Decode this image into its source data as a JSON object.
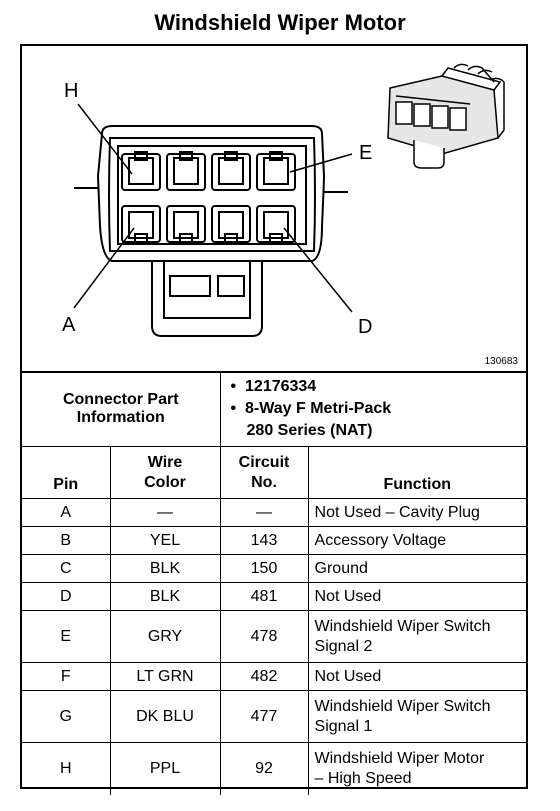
{
  "title": "Windshield Wiper Motor",
  "figure": {
    "pin_labels": {
      "H": "H",
      "E": "E",
      "A": "A",
      "D": "D"
    },
    "figure_number": "130683"
  },
  "info": {
    "label_line1": "Connector Part",
    "label_line2": "Information",
    "bullet": "•",
    "part_number": "12176334",
    "desc_line1": "8-Way F Metri-Pack",
    "desc_line2": "280 Series (NAT)"
  },
  "headers": {
    "pin": "Pin",
    "wire_line1": "Wire",
    "wire_line2": "Color",
    "circuit_line1": "Circuit",
    "circuit_line2": "No.",
    "function": "Function"
  },
  "rows": [
    {
      "pin": "A",
      "wire": "—",
      "circuit": "—",
      "function_line1": "Not Used – Cavity Plug",
      "function_line2": ""
    },
    {
      "pin": "B",
      "wire": "YEL",
      "circuit": "143",
      "function_line1": "Accessory Voltage",
      "function_line2": ""
    },
    {
      "pin": "C",
      "wire": "BLK",
      "circuit": "150",
      "function_line1": "Ground",
      "function_line2": ""
    },
    {
      "pin": "D",
      "wire": "BLK",
      "circuit": "481",
      "function_line1": "Not Used",
      "function_line2": ""
    },
    {
      "pin": "E",
      "wire": "GRY",
      "circuit": "478",
      "function_line1": "Windshield Wiper Switch",
      "function_line2": "Signal 2"
    },
    {
      "pin": "F",
      "wire": "LT GRN",
      "circuit": "482",
      "function_line1": "Not Used",
      "function_line2": ""
    },
    {
      "pin": "G",
      "wire": "DK BLU",
      "circuit": "477",
      "function_line1": "Windshield Wiper Switch",
      "function_line2": "Signal 1"
    },
    {
      "pin": "H",
      "wire": "PPL",
      "circuit": "92",
      "function_line1": "Windshield Wiper Motor",
      "function_line2": "– High Speed"
    }
  ]
}
